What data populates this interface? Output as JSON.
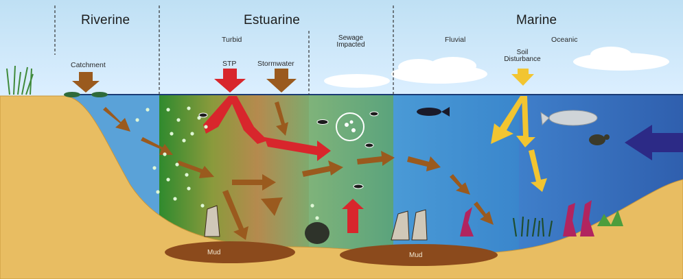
{
  "zones": {
    "riverine": "Riverine",
    "estuarine": "Estuarine",
    "marine": "Marine"
  },
  "subzones": {
    "turbid": "Turbid",
    "sewage_line1": "Sewage",
    "sewage_line2": "Impacted",
    "fluvial": "Fluvial",
    "oceanic": "Oceanic"
  },
  "inputs": {
    "catchment": "Catchment",
    "stp": "STP",
    "stormwater": "Stormwater",
    "soil_line1": "Soil",
    "soil_line2": "Disturbance"
  },
  "sediment": {
    "mud_left": "Mud",
    "mud_right": "Mud"
  },
  "colors": {
    "sky": "#cfe6f5",
    "land": "#e9c06a",
    "riverine_water": "#5fa3d6",
    "turbid_water": "#4f9a3a",
    "estuarine_brown": "#b48a4a",
    "sewage_water": "#78b07a",
    "fluvial_water": "#3f8fd4",
    "oceanic_water": "#3a6fbf",
    "mud": "#8a4b1f",
    "flow_arrow": "#9a5a1e",
    "stp_arrow": "#d8262c",
    "sun_arrow": "#f2c531",
    "ocean_arrow": "#2c2a86"
  }
}
